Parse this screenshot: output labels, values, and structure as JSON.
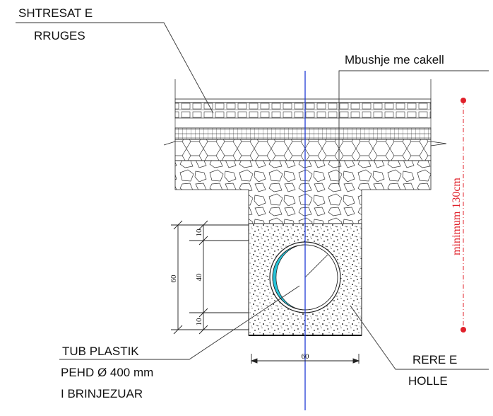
{
  "labels": {
    "road_layers_line1": "SHTRESAT E",
    "road_layers_line2": "RRUGES",
    "gravel_fill": "Mbushje me cakell",
    "pipe_line1": "TUB PLASTIK",
    "pipe_line2": "PEHD Ø 400 mm",
    "pipe_line3": "I BRINJEZUAR",
    "sand_line1": "RERE E",
    "sand_line2": "HOLLE"
  },
  "dimensions": {
    "total_depth": "60",
    "top_bed": "10",
    "pipe_zone": "40",
    "bottom_bed": "10",
    "trench_width": "60",
    "minimum_depth": "minimum 130cm"
  },
  "colors": {
    "centerline": "#1f3bd6",
    "minimum_marker": "#e0202a",
    "pipe_inner": "#27c3d8"
  }
}
